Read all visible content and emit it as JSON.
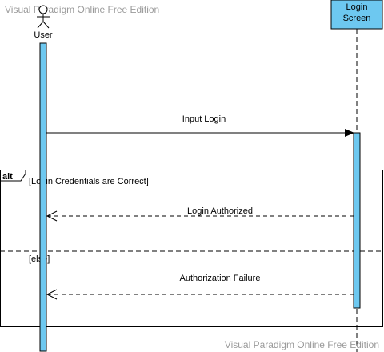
{
  "watermark_top": "Visual Paradigm Online Free Edition",
  "watermark_bottom": "Visual Paradigm Online Free Edition",
  "actor": {
    "label": "User",
    "icon": "stick-figure-icon"
  },
  "lifeline_box": {
    "line1": "Login",
    "line2": "Screen"
  },
  "messages": {
    "input_login": "Input Login",
    "login_authorized": "Login Authorized",
    "authorization_failure": "Authorization Failure"
  },
  "fragment": {
    "operator": "alt",
    "guard_1": "[Login Credentials are Correct]",
    "guard_2": "[else]"
  },
  "colors": {
    "activation_fill": "#6dc8f0",
    "box_fill": "#6dc8f0",
    "line": "#000000",
    "watermark": "#9a9a9a"
  }
}
